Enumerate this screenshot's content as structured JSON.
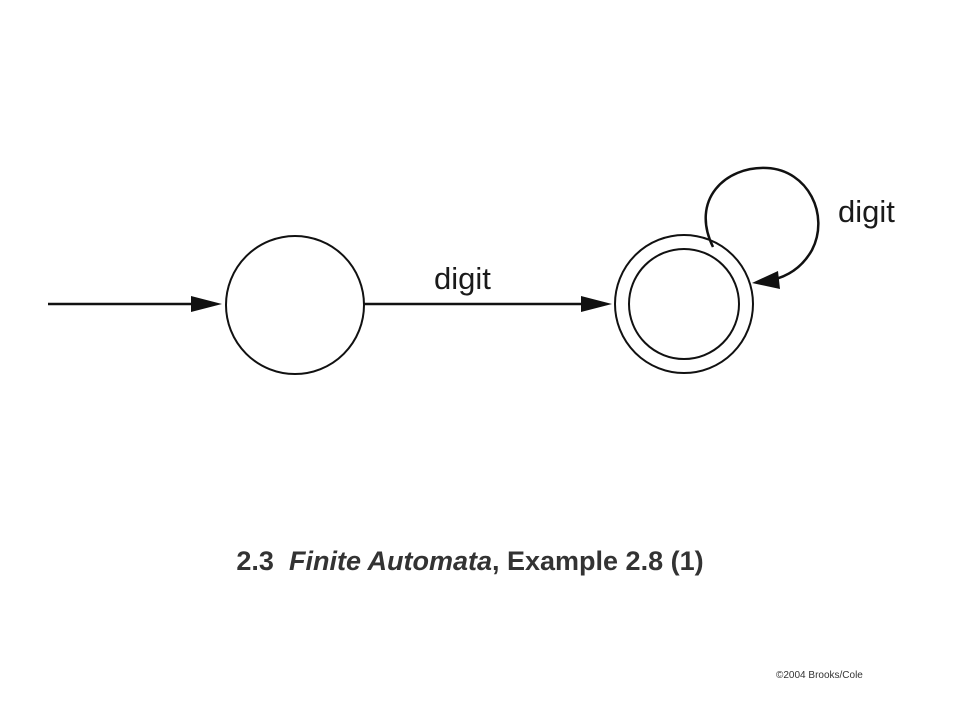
{
  "diagram": {
    "edges": [
      {
        "from": "start",
        "to": "q0",
        "label": ""
      },
      {
        "from": "q0",
        "to": "q1",
        "label": "digit"
      },
      {
        "from": "q1",
        "to": "q1",
        "label": "digit"
      }
    ],
    "states": [
      {
        "id": "q0",
        "accepting": false
      },
      {
        "id": "q1",
        "accepting": true
      }
    ]
  },
  "caption": {
    "section": "2.3",
    "title": "Finite Automata",
    "rest": ", Example 2.8 (1)"
  },
  "copyright": "©2004 Brooks/Cole"
}
